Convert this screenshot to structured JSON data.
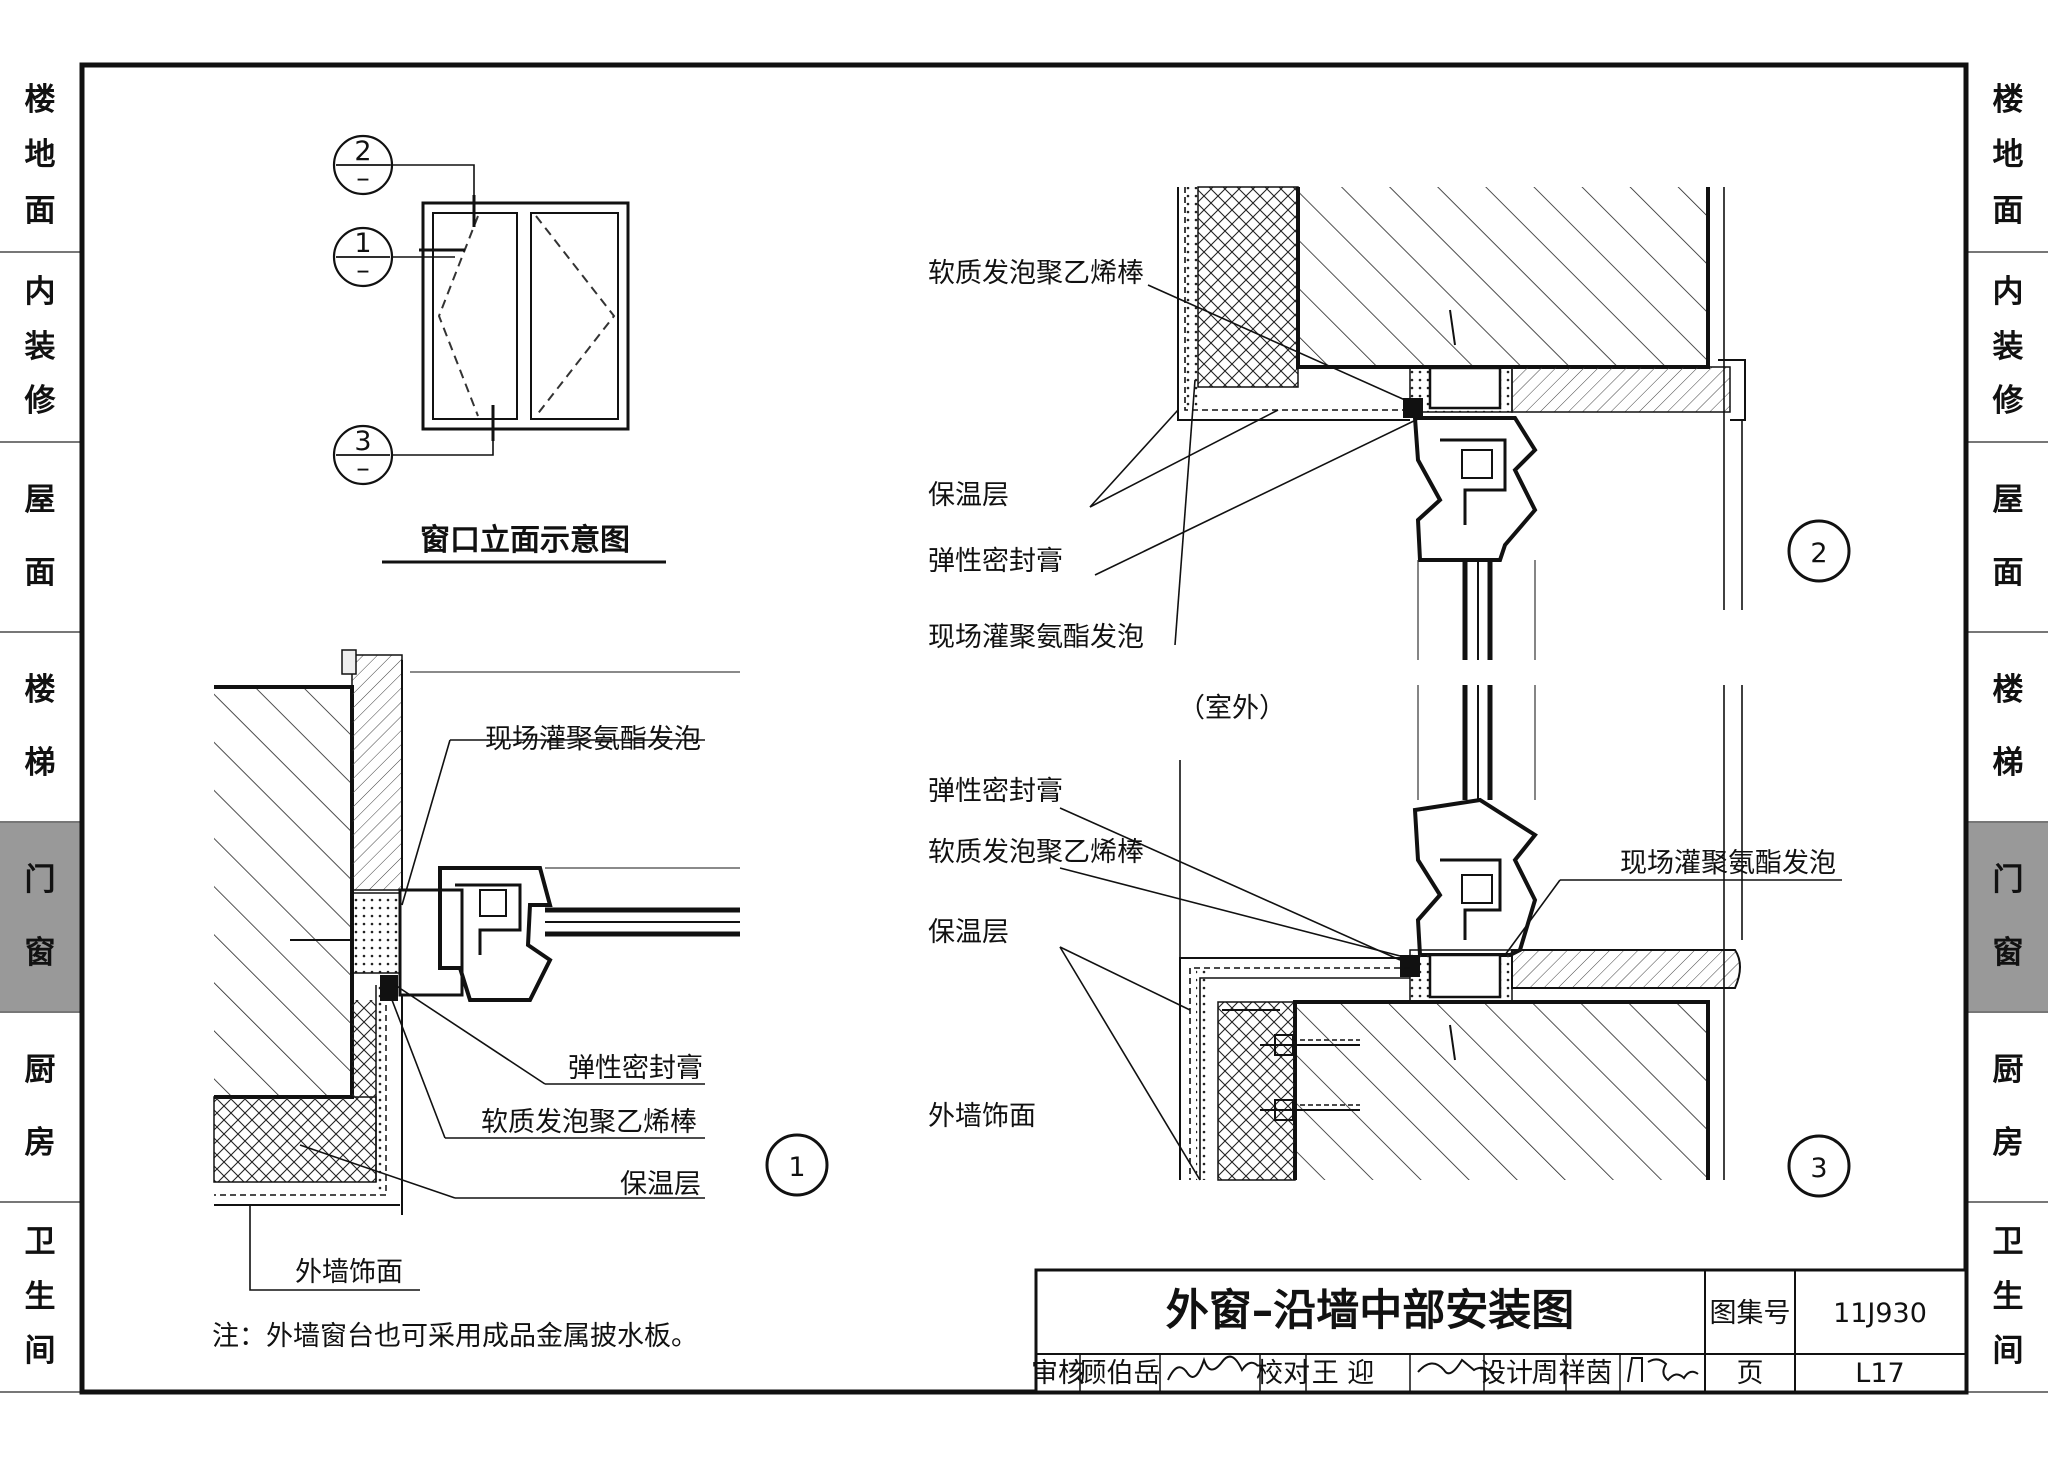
{
  "side_tabs": [
    {
      "label": "楼地面",
      "active": false
    },
    {
      "label": "内装修",
      "active": false
    },
    {
      "label": "屋面",
      "active": false
    },
    {
      "label": "楼梯",
      "active": false
    },
    {
      "label": "门窗",
      "active": true
    },
    {
      "label": "厨房",
      "active": false
    },
    {
      "label": "卫生间",
      "active": false
    }
  ],
  "elevation": {
    "title": "窗口立面示意图",
    "markers": [
      {
        "num": "2",
        "sub": "–"
      },
      {
        "num": "1",
        "sub": "–"
      },
      {
        "num": "3",
        "sub": "–"
      }
    ]
  },
  "detail1": {
    "number": "1",
    "labels": {
      "foam_fill": "现场灌聚氨酯发泡",
      "sealant": "弹性密封膏",
      "pe_rod": "软质发泡聚乙烯棒",
      "insulation": "保温层",
      "finish": "外墙饰面"
    }
  },
  "detail2": {
    "number": "2",
    "labels": {
      "pe_rod": "软质发泡聚乙烯棒",
      "insulation": "保温层",
      "sealant": "弹性密封膏",
      "foam_fill": "现场灌聚氨酯发泡"
    }
  },
  "detail3": {
    "number": "3",
    "outdoor": "（室外）",
    "labels": {
      "sealant": "弹性密封膏",
      "pe_rod": "软质发泡聚乙烯棒",
      "insulation": "保温层",
      "foam_fill": "现场灌聚氨酯发泡",
      "finish": "外墙饰面"
    }
  },
  "note": "注：外墙窗台也可采用成品金属披水板。",
  "title_block": {
    "title": "外窗–沿墙中部安装图",
    "atlas_label": "图集号",
    "atlas_no": "11J930",
    "page_label": "页",
    "page_no": "L17",
    "review_label": "审核",
    "reviewer": "顾伯岳",
    "check_label": "校对",
    "checker": "王 迎",
    "design_label": "设计",
    "designer": "周祥茵"
  }
}
